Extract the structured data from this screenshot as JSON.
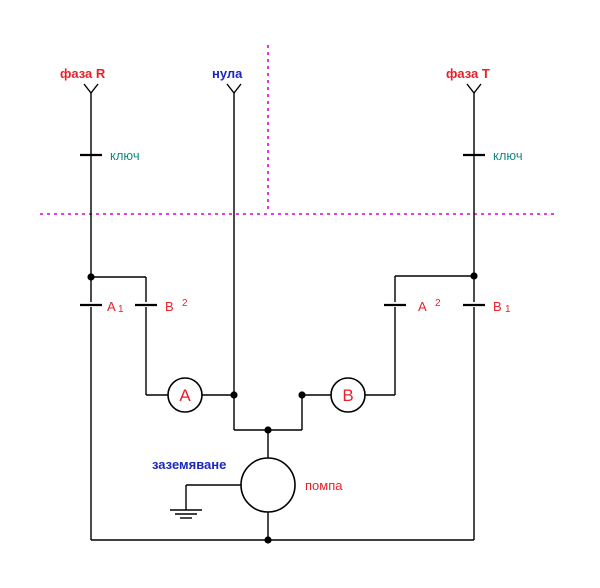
{
  "colors": {
    "phase": "#e8202a",
    "neutral": "#1a28c0",
    "switch": "#168888",
    "relay": "#e8202a",
    "meter": "#e8202a",
    "ground": "#1a28c0",
    "pump": "#e8202a",
    "divider": "#e020e0"
  },
  "terminals": {
    "phase_r": "фаза R",
    "neutral": "нула",
    "phase_t": "фаза Т"
  },
  "switches": {
    "left": "ключ",
    "right": "ключ"
  },
  "contacts": {
    "a_left": {
      "letter": "A",
      "index": "1"
    },
    "b_left": {
      "letter": "B",
      "index": "2"
    },
    "a_right": {
      "letter": "A",
      "index": "2"
    },
    "b_right": {
      "letter": "B",
      "index": "1"
    }
  },
  "meters": {
    "a": "A",
    "b": "B"
  },
  "ground_label": "заземяване",
  "pump_label": "помпа"
}
